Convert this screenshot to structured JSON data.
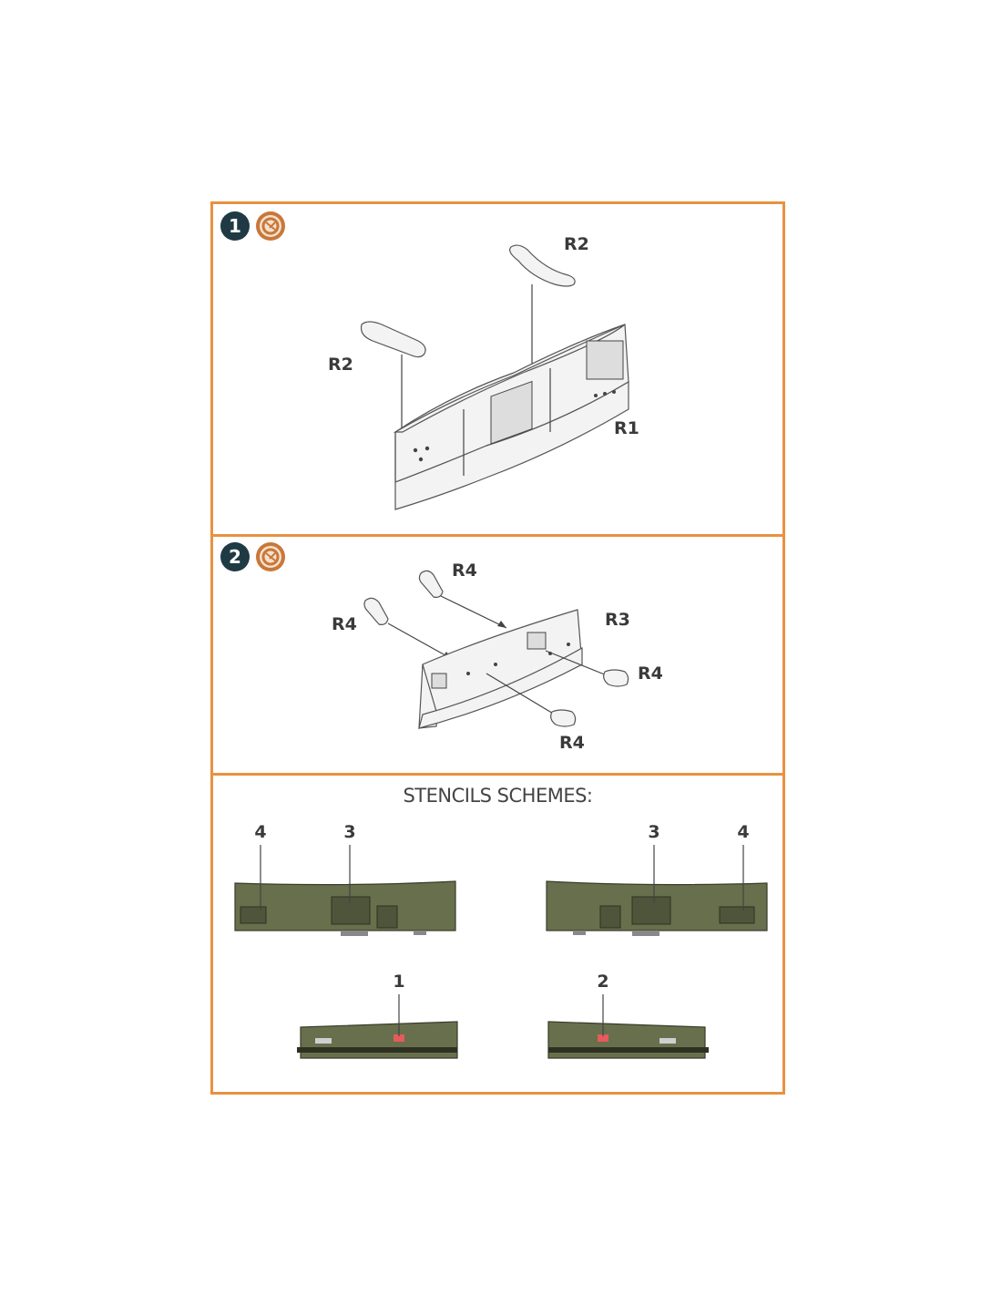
{
  "step1": {
    "number": "1",
    "labels": {
      "r2_right": "R2",
      "r2_left": "R2",
      "r1": "R1"
    },
    "icon": "glue-icon",
    "colors": {
      "badge": "#1f3a44",
      "accent": "#e8923f"
    }
  },
  "step2": {
    "number": "2",
    "labels": {
      "r4_top": "R4",
      "r4_left": "R4",
      "r3": "R3",
      "r4_right": "R4",
      "r4_bottom": "R4"
    },
    "icon": "glue-icon"
  },
  "stencils": {
    "title": "STENCILS SCHEMES:",
    "callouts": {
      "a4": "4",
      "a3": "3",
      "b3": "3",
      "b4": "4",
      "c1": "1",
      "d2": "2"
    }
  }
}
